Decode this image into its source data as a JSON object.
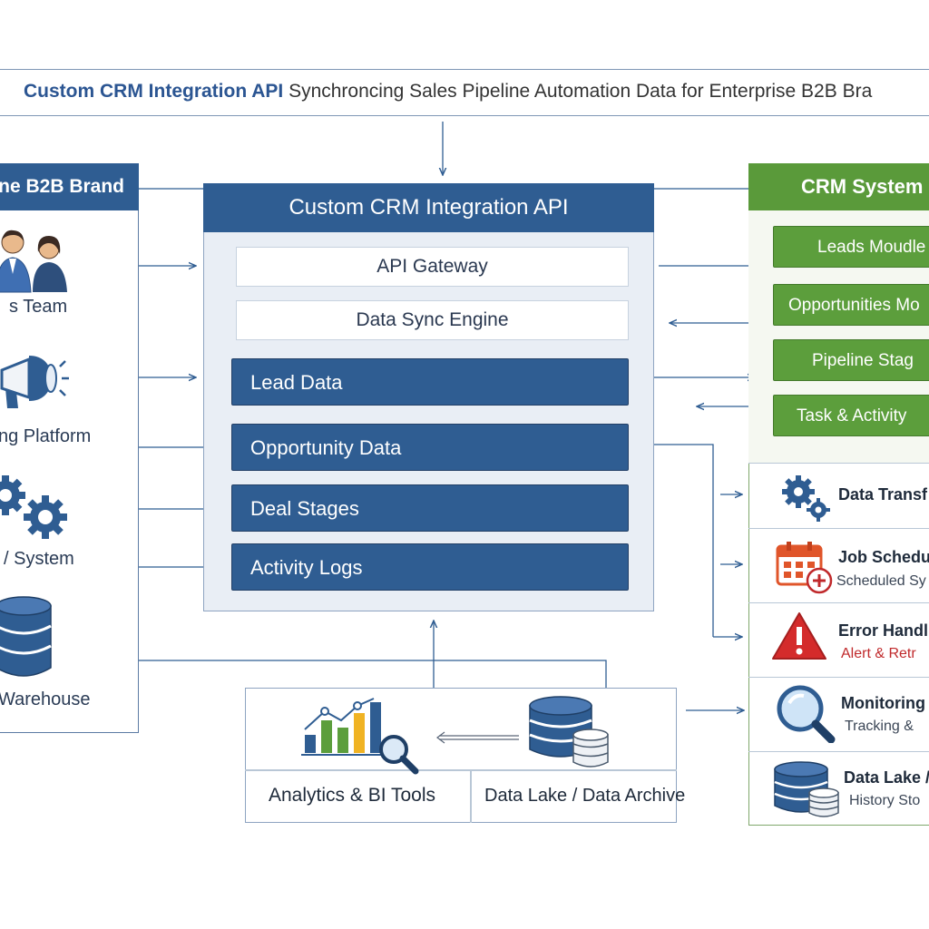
{
  "header": {
    "title_bold": "Custom CRM Integration API",
    "title_rest": "Synchroncing Sales Pipeline Automation Data for Enterprise B2B Bra"
  },
  "left_panel": {
    "title": "ne B2B Brand",
    "items": [
      {
        "label": "s Team",
        "icon": "users-icon"
      },
      {
        "label": "ng Platform",
        "icon": "megaphone-icon"
      },
      {
        "label": "/ System",
        "icon": "gears-icon"
      },
      {
        "label": "Warehouse",
        "icon": "database-icon"
      }
    ]
  },
  "center_panel": {
    "title": "Custom CRM Integration API",
    "boxes": [
      "API Gateway",
      "Data Sync Engine"
    ],
    "data_items": [
      "Lead Data",
      "Opportunity Data",
      "Deal Stages",
      "Activity Logs"
    ]
  },
  "right_panel": {
    "title": "CRM System",
    "modules": [
      "Leads Moudle",
      "Opportunities Mo",
      "Pipeline Stag",
      "Task & Activity"
    ],
    "services": [
      {
        "title": "Data Transf",
        "subtitle": "",
        "icon": "gears-icon",
        "color": "#1e2a3a"
      },
      {
        "title": "Job Schedu",
        "subtitle": "Scheduled Sy",
        "icon": "calendar-icon",
        "color": "#1e2a3a"
      },
      {
        "title": "Error Handl",
        "subtitle": "Alert & Retr",
        "icon": "warning-icon",
        "color": "#c0292b"
      },
      {
        "title": "Monitoring",
        "subtitle": "Tracking & ",
        "icon": "magnifier-icon",
        "color": "#1e2a3a"
      },
      {
        "title": "Data Lake /",
        "subtitle": "History Sto",
        "icon": "database-icon",
        "color": "#1e2a3a"
      }
    ]
  },
  "bottom_panel": {
    "left_label": "Analytics & BI Tools",
    "right_label": "Data Lake / Data Archive"
  },
  "colors": {
    "brand_blue": "#2f5d92",
    "brand_green": "#5a9a3a",
    "alert_red": "#c0292b"
  }
}
